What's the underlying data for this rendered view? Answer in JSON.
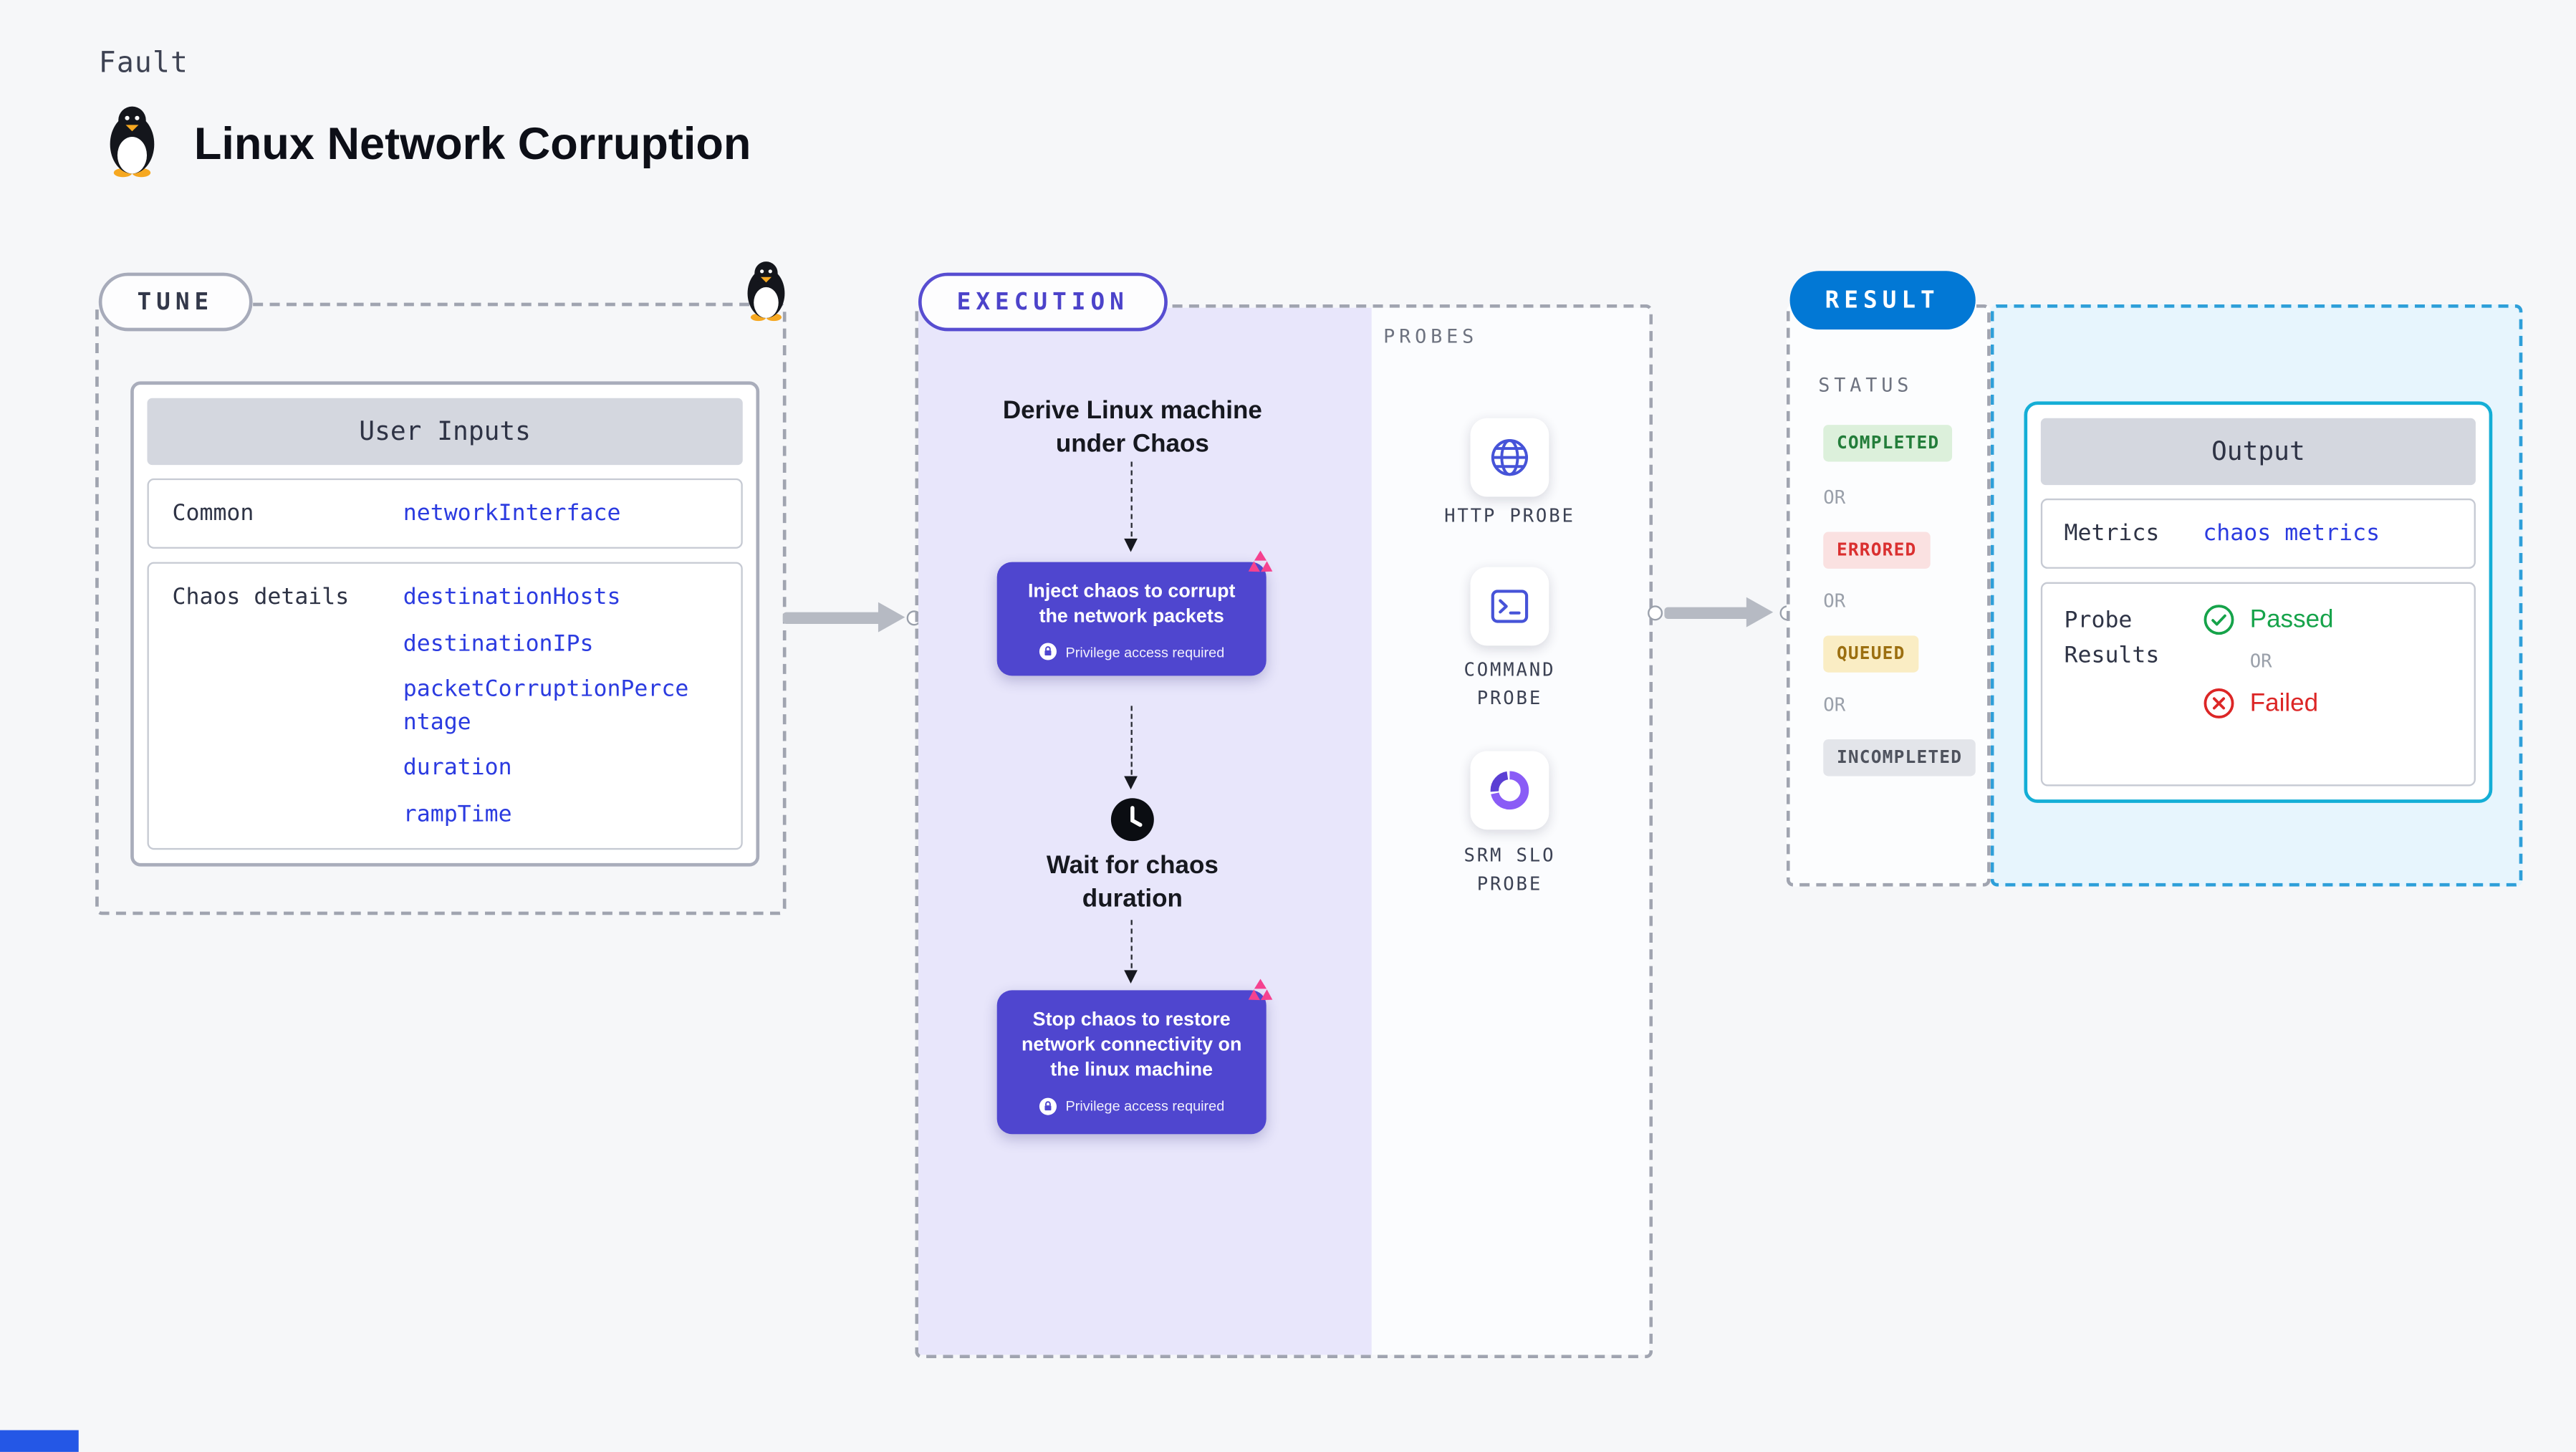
{
  "page": {
    "kind_label": "Fault",
    "title": "Linux Network Corruption"
  },
  "tune": {
    "label": "TUNE",
    "table": {
      "header": "User Inputs",
      "rows": [
        {
          "label": "Common",
          "values": [
            "networkInterface"
          ]
        },
        {
          "label": "Chaos details",
          "values": [
            "destinationHosts",
            "destinationIPs",
            "packetCorruptionPercentage",
            "duration",
            "rampTime"
          ]
        }
      ]
    }
  },
  "execution": {
    "label": "EXECUTION",
    "derive_text": "Derive Linux machine under Chaos",
    "inject_text": "Inject chaos to corrupt the network packets",
    "wait_text": "Wait for chaos duration",
    "stop_text": "Stop chaos to restore network connectivity on the linux machine",
    "privilege_badge": "Privilege access required"
  },
  "probes": {
    "label": "PROBES",
    "items": [
      {
        "name": "HTTP PROBE",
        "icon": "globe-icon"
      },
      {
        "name": "COMMAND PROBE",
        "icon": "terminal-icon"
      },
      {
        "name": "SRM SLO PROBE",
        "icon": "slo-donut-icon"
      }
    ]
  },
  "result": {
    "label": "RESULT",
    "status_heading": "STATUS",
    "or_label": "OR",
    "statuses": [
      {
        "label": "COMPLETED"
      },
      {
        "label": "ERRORED"
      },
      {
        "label": "QUEUED"
      },
      {
        "label": "INCOMPLETED"
      }
    ],
    "output": {
      "header": "Output",
      "metrics_label": "Metrics",
      "metrics_value": "chaos metrics",
      "probe_results_label": "Probe Results",
      "passed_label": "Passed",
      "failed_label": "Failed"
    }
  },
  "icons": {
    "title_icon": "tux-penguin-icon",
    "tune_corner_icon": "tux-penguin-icon",
    "wait_icon": "clock-icon",
    "chaos_step_icon": "pink-chaos-burst-icon",
    "privilege_icon": "lock-icon",
    "passed_icon": "check-circle-icon",
    "failed_icon": "x-circle-icon"
  },
  "colors": {
    "page_bg": "#f6f7f9",
    "accent_purple": "#4f46cf",
    "execution_bg": "#e8e6fb",
    "accent_blue": "#0278d5",
    "link_blue": "#2b3be0",
    "chaos_pink": "#f5418f",
    "passed_green": "#16a34a",
    "failed_red": "#dc2626",
    "output_border": "#14aed6",
    "completed_bg": "#dcf0db",
    "completed_fg": "#237d3a",
    "errored_bg": "#fae1e1",
    "errored_fg": "#da2f2f",
    "queued_bg": "#faedc4",
    "queued_fg": "#9c6f10",
    "incompleted_bg": "#e3e5ea",
    "incompleted_fg": "#4f535e",
    "bottom_bar": "#2457e6"
  }
}
